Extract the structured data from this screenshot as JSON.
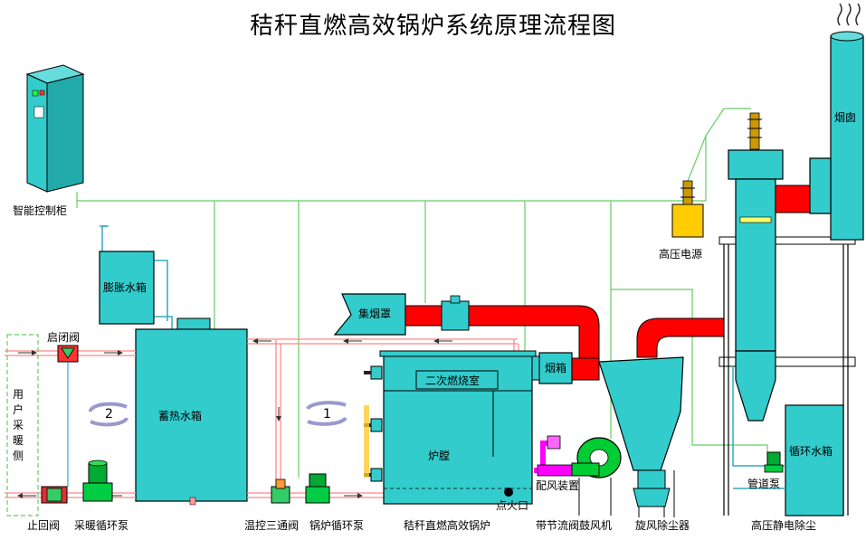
{
  "title": "秸秆直燃高效锅炉系统原理流程图",
  "labels": {
    "control_cabinet": "智能控制柜",
    "expansion_tank": "膨胀水箱",
    "on_off_valve": "启闭阀",
    "user_heating_side": "用户采暖侧",
    "heat_storage_tank": "蓄热水箱",
    "loop_1": "1",
    "loop_2": "2",
    "check_valve": "止回阀",
    "heating_circ_pump": "采暖循环泵",
    "three_way_valve": "温控三通阀",
    "boiler_circ_pump": "锅炉循环泵",
    "smoke_hood": "集烟罩",
    "secondary_chamber": "二次燃烧室",
    "furnace": "炉膛",
    "ignition_port": "点火口",
    "boiler": "秸秆直燃高效锅炉",
    "smoke_box": "烟箱",
    "air_distribution": "配风装置",
    "blower": "带节流阀鼓风机",
    "cyclone": "旋风除尘器",
    "hv_power": "高压电源",
    "chimney": "烟囱",
    "circ_water_tank": "循环水箱",
    "pipeline_pump": "管道泵",
    "esp": "高压静电除尘"
  },
  "colors": {
    "equipment": "#33cccc",
    "flue": "#ff0000",
    "water_pipe": "#ff9999",
    "control_line": "#66cc66",
    "pump": "#00aa33",
    "blower": "#00cc33",
    "air_device": "#ff00ff"
  }
}
